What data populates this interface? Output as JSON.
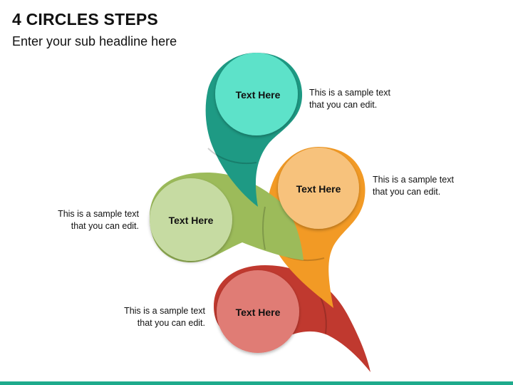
{
  "header": {
    "title": "4 CIRCLES STEPS",
    "subtitle": "Enter your sub headline here"
  },
  "steps": [
    {
      "label": "Text Here",
      "note_line1": "This is a sample text",
      "note_line2": "that you can edit.",
      "colors": {
        "dark": "#1e9a84",
        "light": "#5de2c9"
      }
    },
    {
      "label": "Text Here",
      "note_line1": "This is a sample text",
      "note_line2": "that you can edit.",
      "colors": {
        "dark": "#f29a25",
        "light": "#f7c27c"
      }
    },
    {
      "label": "Text Here",
      "note_line1": "This is a sample text",
      "note_line2": "that you can edit.",
      "colors": {
        "dark": "#9cbb5a",
        "light": "#c6dba2"
      }
    },
    {
      "label": "Text Here",
      "note_line1": "This is a sample text",
      "note_line2": "that you can edit.",
      "colors": {
        "dark": "#c0392f",
        "light": "#e07c75"
      }
    }
  ],
  "footer": {
    "bar_color": "#1eaa8c"
  }
}
